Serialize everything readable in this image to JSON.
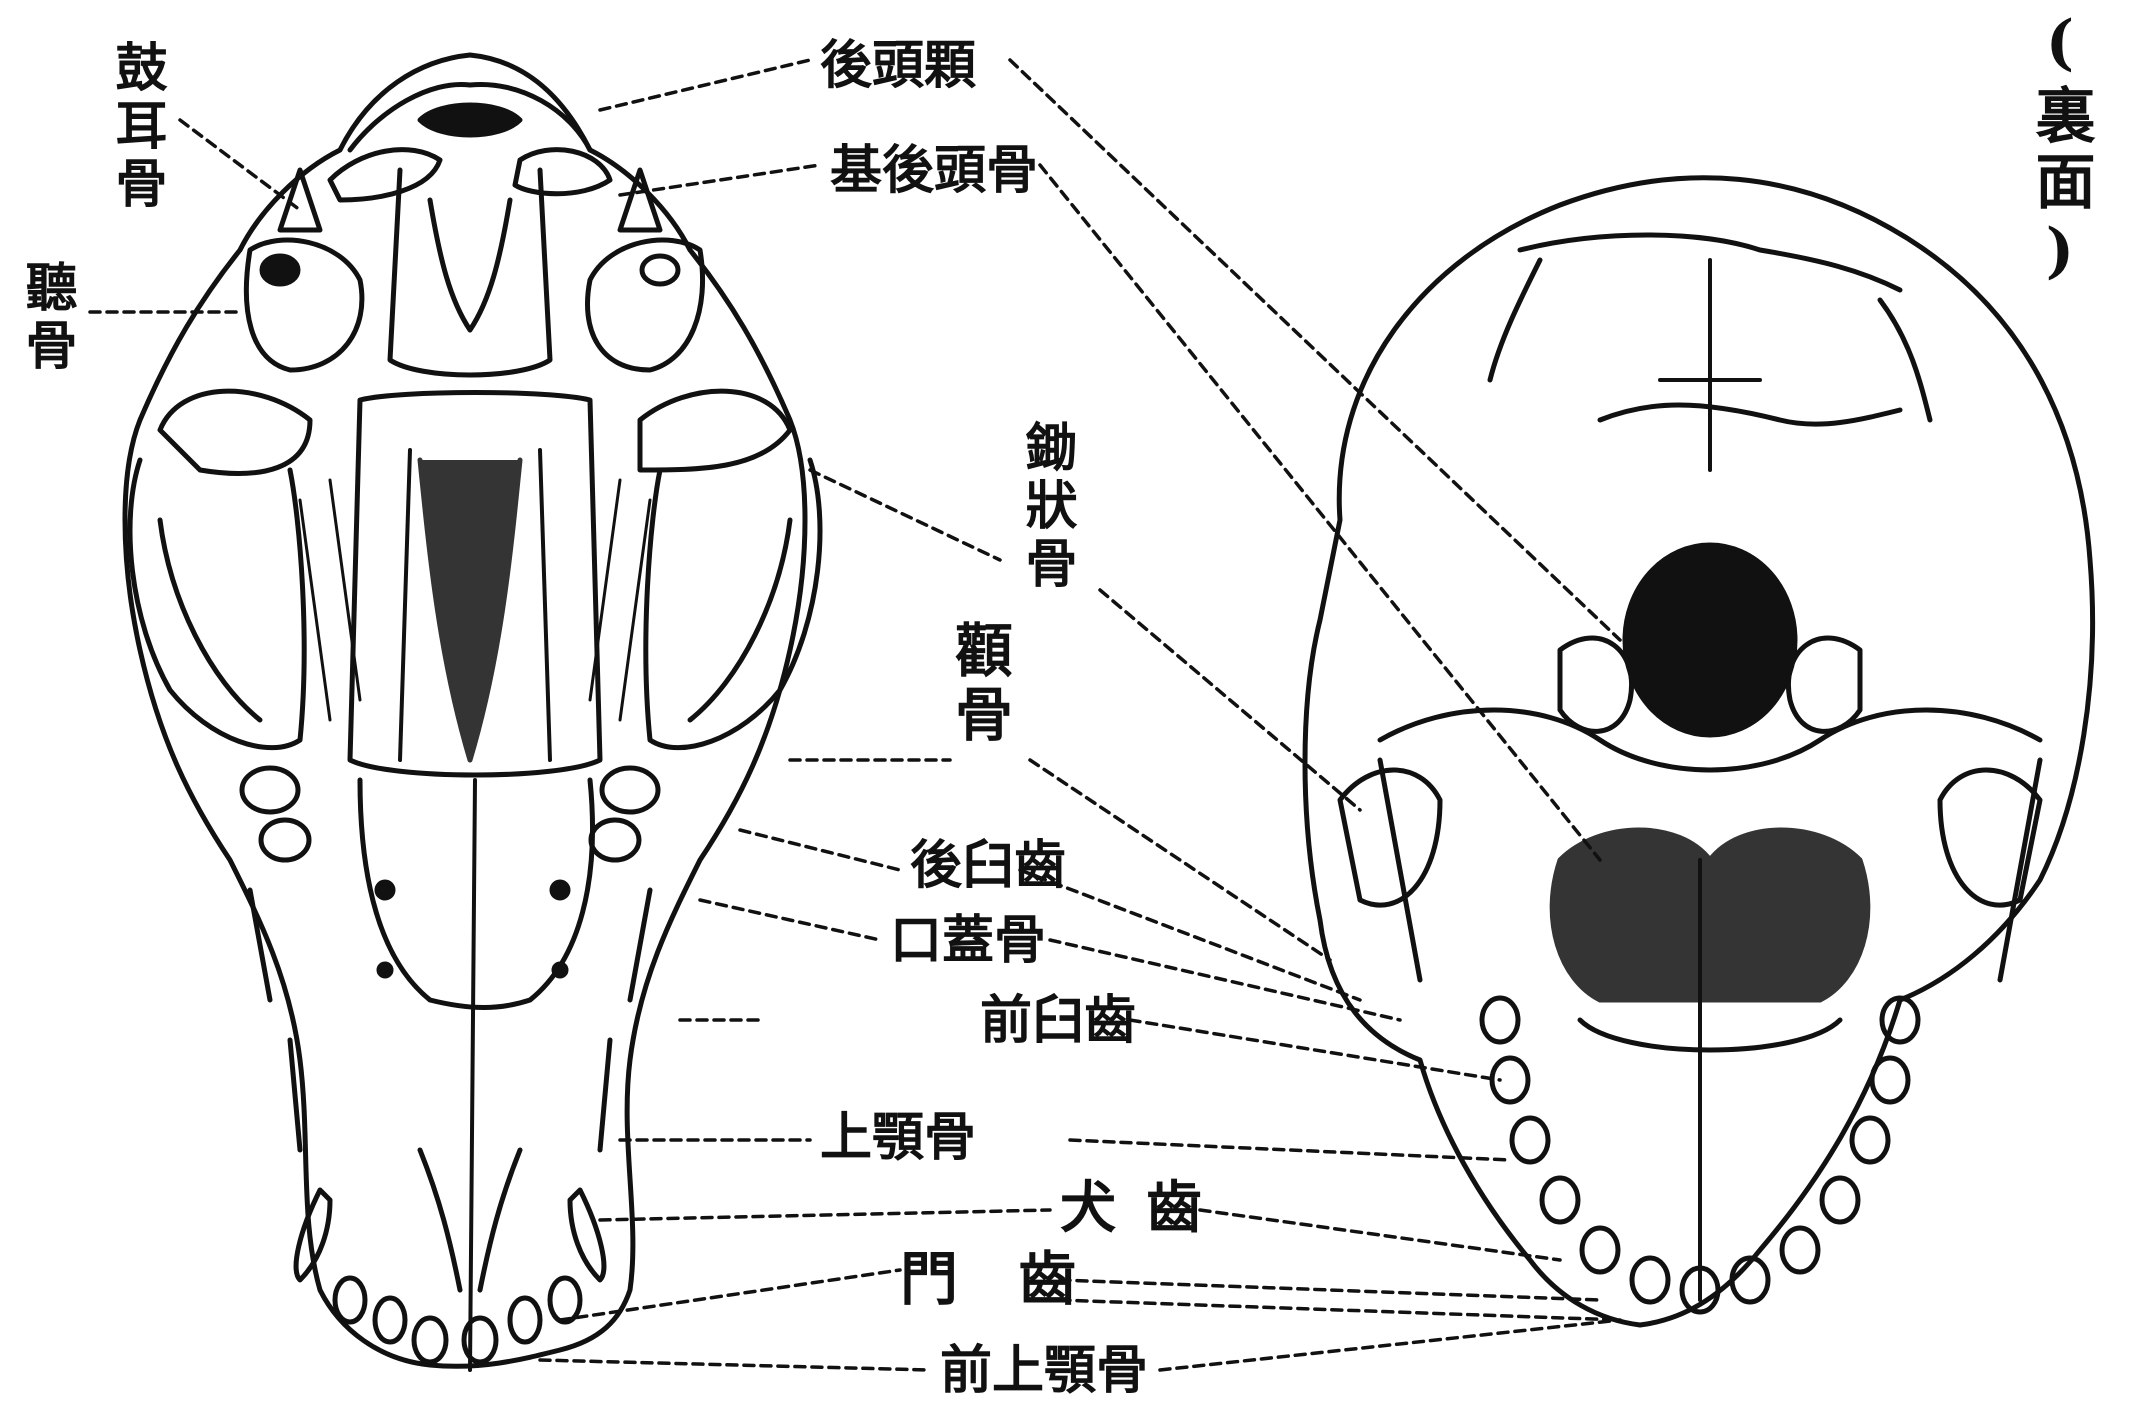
{
  "title": "(裏面)",
  "labels": {
    "occipital_condyle": "後頭顆",
    "basioccipital": "基後頭骨",
    "tympanic_bulla": "鼓耳骨",
    "auditory": "聽骨",
    "vomer": "鋤狀骨",
    "zygomatic": "顴骨",
    "molar": "後臼齒",
    "palatine": "口蓋骨",
    "premolar": "前臼齒",
    "maxilla": "上顎骨",
    "canine": "犬齒",
    "incisor": "門 齒",
    "premaxilla": "前上顎骨"
  },
  "colors": {
    "ink": "#111111",
    "paper": "#ffffff"
  }
}
